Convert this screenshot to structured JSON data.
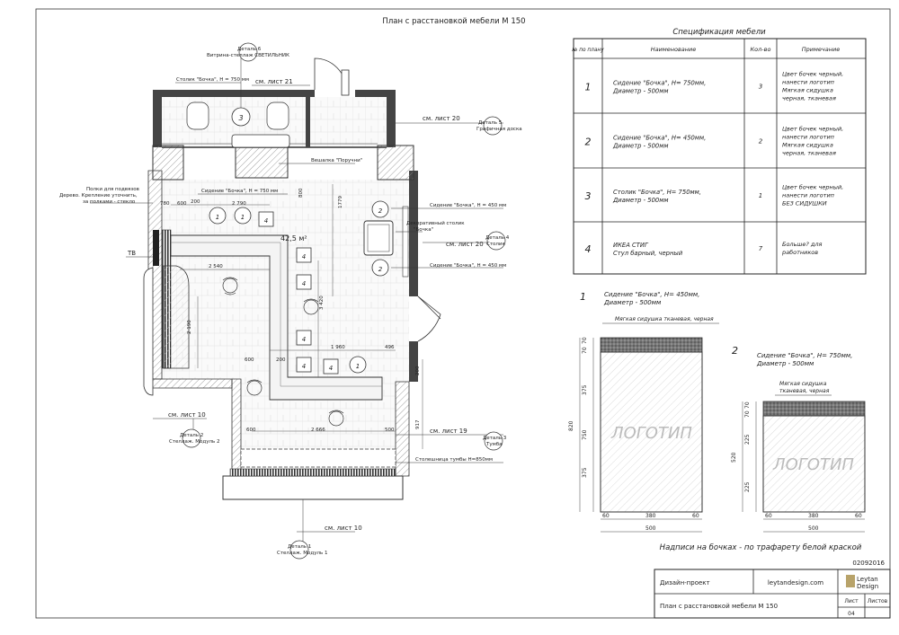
{
  "drawing": {
    "plan_title": "План с расстановкой мебели М 150",
    "area": "42,5 м²",
    "labels": [
      {
        "key": "detail6",
        "text": "Деталь 6"
      },
      {
        "key": "vitrine",
        "text": "Витрина-стеллаж СВЕТИЛЬНИК"
      },
      {
        "key": "table_top",
        "text": "Столик \"Бочка\", Н = 750 мм"
      },
      {
        "key": "see21",
        "text": "см. лист 21"
      },
      {
        "key": "see20a",
        "text": "см. лист 20"
      },
      {
        "key": "detail5",
        "text": "Деталь 5"
      },
      {
        "key": "grafic",
        "text": "Графичная доска"
      },
      {
        "key": "hanger",
        "text": "Вешалка \"Поручни\""
      },
      {
        "key": "seat750",
        "text": "Сидение \"Бочка\", Н = 750 мм"
      },
      {
        "key": "shelves1",
        "text": "Полки для подвязов"
      },
      {
        "key": "shelves2",
        "text": "Дерево. Крепление уточнить,"
      },
      {
        "key": "shelves3",
        "text": "за полками - стекло"
      },
      {
        "key": "seat450a",
        "text": "Сидение \"Бочка\", Н = 450 мм"
      },
      {
        "key": "decor1",
        "text": "Декоративный столик"
      },
      {
        "key": "decor2",
        "text": "\"Бочка\""
      },
      {
        "key": "see20b",
        "text": "см. лист 20"
      },
      {
        "key": "detail4",
        "text": "Деталь 4"
      },
      {
        "key": "stolik",
        "text": "Столик"
      },
      {
        "key": "seat450b",
        "text": "Сидение \"Бочка\", Н = 450 мм"
      },
      {
        "key": "tv",
        "text": "ТВ"
      },
      {
        "key": "see10a",
        "text": "см. лист 10"
      },
      {
        "key": "detail2",
        "text": "Деталь 2"
      },
      {
        "key": "stellazh2",
        "text": "Стеллаж. Модуль 2"
      },
      {
        "key": "see19",
        "text": "см. лист 19"
      },
      {
        "key": "detail3",
        "text": "Деталь 3"
      },
      {
        "key": "tumba",
        "text": "Тумба"
      },
      {
        "key": "countertop",
        "text": "Столешница тумбы Н=850мм"
      },
      {
        "key": "see10b",
        "text": "см. лист 10"
      },
      {
        "key": "detail1",
        "text": "Деталь 1"
      },
      {
        "key": "stellazh1",
        "text": "Стеллаж. Модуль 1"
      }
    ],
    "dims": [
      "780",
      "600",
      "200",
      "800",
      "1779",
      "2 540",
      "2 790",
      "3 420",
      "1 960",
      "496",
      "600",
      "200",
      "2 190",
      "600",
      "2 666",
      "500",
      "200",
      "917"
    ]
  },
  "spec": {
    "title": "Спецификация мебели",
    "headers": [
      "№ по плану",
      "Наименование",
      "Кол-во",
      "Примечание"
    ],
    "rows": [
      {
        "num": "1",
        "name": [
          "Сидение \"Бочка\", Н= 750мм,",
          "Диаметр - 500мм"
        ],
        "qty": "3",
        "note": [
          "Цвет бочек черный,",
          "нанести логотип",
          "Мягкая сидушка",
          "черная, тканевая"
        ]
      },
      {
        "num": "2",
        "name": [
          "Сидение \"Бочка\", Н= 450мм,",
          "Диаметр - 500мм"
        ],
        "qty": "2",
        "note": [
          "Цвет бочек черный,",
          "нанести логотип",
          "Мягкая сидушка",
          "черная, тканевая"
        ]
      },
      {
        "num": "3",
        "name": [
          "Столик \"Бочка\", Н= 750мм,",
          "Диаметр - 500мм"
        ],
        "qty": "1",
        "note": [
          "Цвет бочек черный,",
          "нанести логотип",
          "БЕЗ СИДУШКИ"
        ]
      },
      {
        "num": "4",
        "name": [
          "ИКЕА СТИГ",
          "Стул барный, черный"
        ],
        "qty": "7",
        "note": [
          "Больше? для",
          "работников"
        ]
      }
    ]
  },
  "details": {
    "d1": {
      "num": "1",
      "title": [
        "Сидение \"Бочка\", Н= 450мм,",
        "Диаметр - 500мм"
      ],
      "cushion": "Мягкая сидушка тканевая, черная",
      "logo": "ЛОГОТИП",
      "dims_v": [
        "70",
        "70",
        "375",
        "750",
        "820",
        "375"
      ],
      "dims_h": [
        "60",
        "380",
        "60",
        "500"
      ]
    },
    "d2": {
      "num": "2",
      "title": [
        "Сидение \"Бочка\", Н= 750мм,",
        "Диаметр - 500мм"
      ],
      "cushion": [
        "Мягкая сидушка",
        "тканевая, черная"
      ],
      "logo": "ЛОГОТИП",
      "dims_v": [
        "70",
        "70",
        "225",
        "520",
        "225"
      ],
      "dims_h": [
        "60",
        "380",
        "60",
        "500"
      ]
    },
    "note": "Надписи на бочках - по трафарету белой краской"
  },
  "title_block": {
    "date": "02092016",
    "project": "Дизайн-проект",
    "site": "leytandesign.com",
    "logo": [
      "Leytan",
      "Design"
    ],
    "sheet_title": "План с расстановкой мебели М 150",
    "sheet_label": "Лист",
    "sheets_label": "Листов",
    "sheet_no": "04"
  }
}
